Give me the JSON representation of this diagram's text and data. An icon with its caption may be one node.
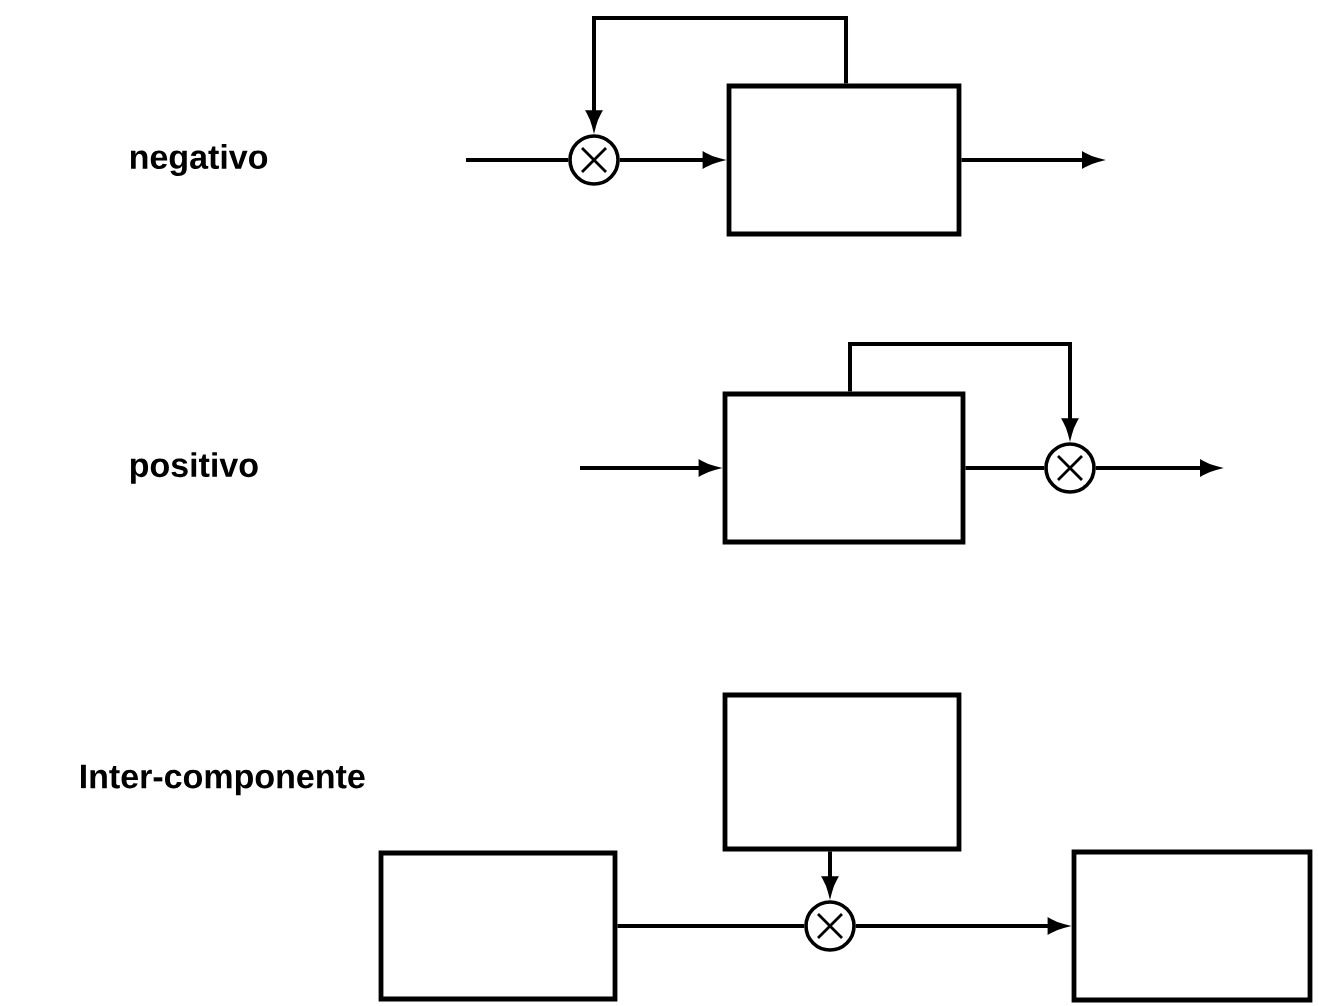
{
  "diagram": {
    "nodes": [
      {
        "text": [],
        "shape": "circle"
      },
      {
        "text": [],
        "shape": "box"
      },
      {
        "text": [],
        "shape": "box"
      },
      {
        "text": [],
        "shape": "circle"
      },
      {
        "text": [],
        "shape": "box"
      },
      {
        "text": [],
        "shape": "box"
      },
      {
        "text": [],
        "shape": "circle"
      },
      {
        "text": [],
        "shape": "box"
      }
    ],
    "edges": [
      {
        "from": null,
        "to": 0,
        "arrow": "none"
      },
      {
        "from": 0,
        "to": 1,
        "arrow": "to"
      },
      {
        "from": 1,
        "to": null,
        "arrow": "to"
      },
      {
        "from": 1,
        "to": 0,
        "arrow": "to"
      },
      {
        "from": null,
        "to": 2,
        "arrow": "to"
      },
      {
        "from": 2,
        "to": 3,
        "arrow": "none"
      },
      {
        "from": 3,
        "to": null,
        "arrow": "to"
      },
      {
        "from": 2,
        "to": 3,
        "arrow": "to"
      },
      {
        "from": 5,
        "to": 6,
        "arrow": "none"
      },
      {
        "from": 6,
        "to": 7,
        "arrow": "to"
      },
      {
        "from": 4,
        "to": 6,
        "arrow": "to"
      }
    ],
    "labels": [
      "negativo",
      "positivo",
      "Inter-componente"
    ]
  }
}
